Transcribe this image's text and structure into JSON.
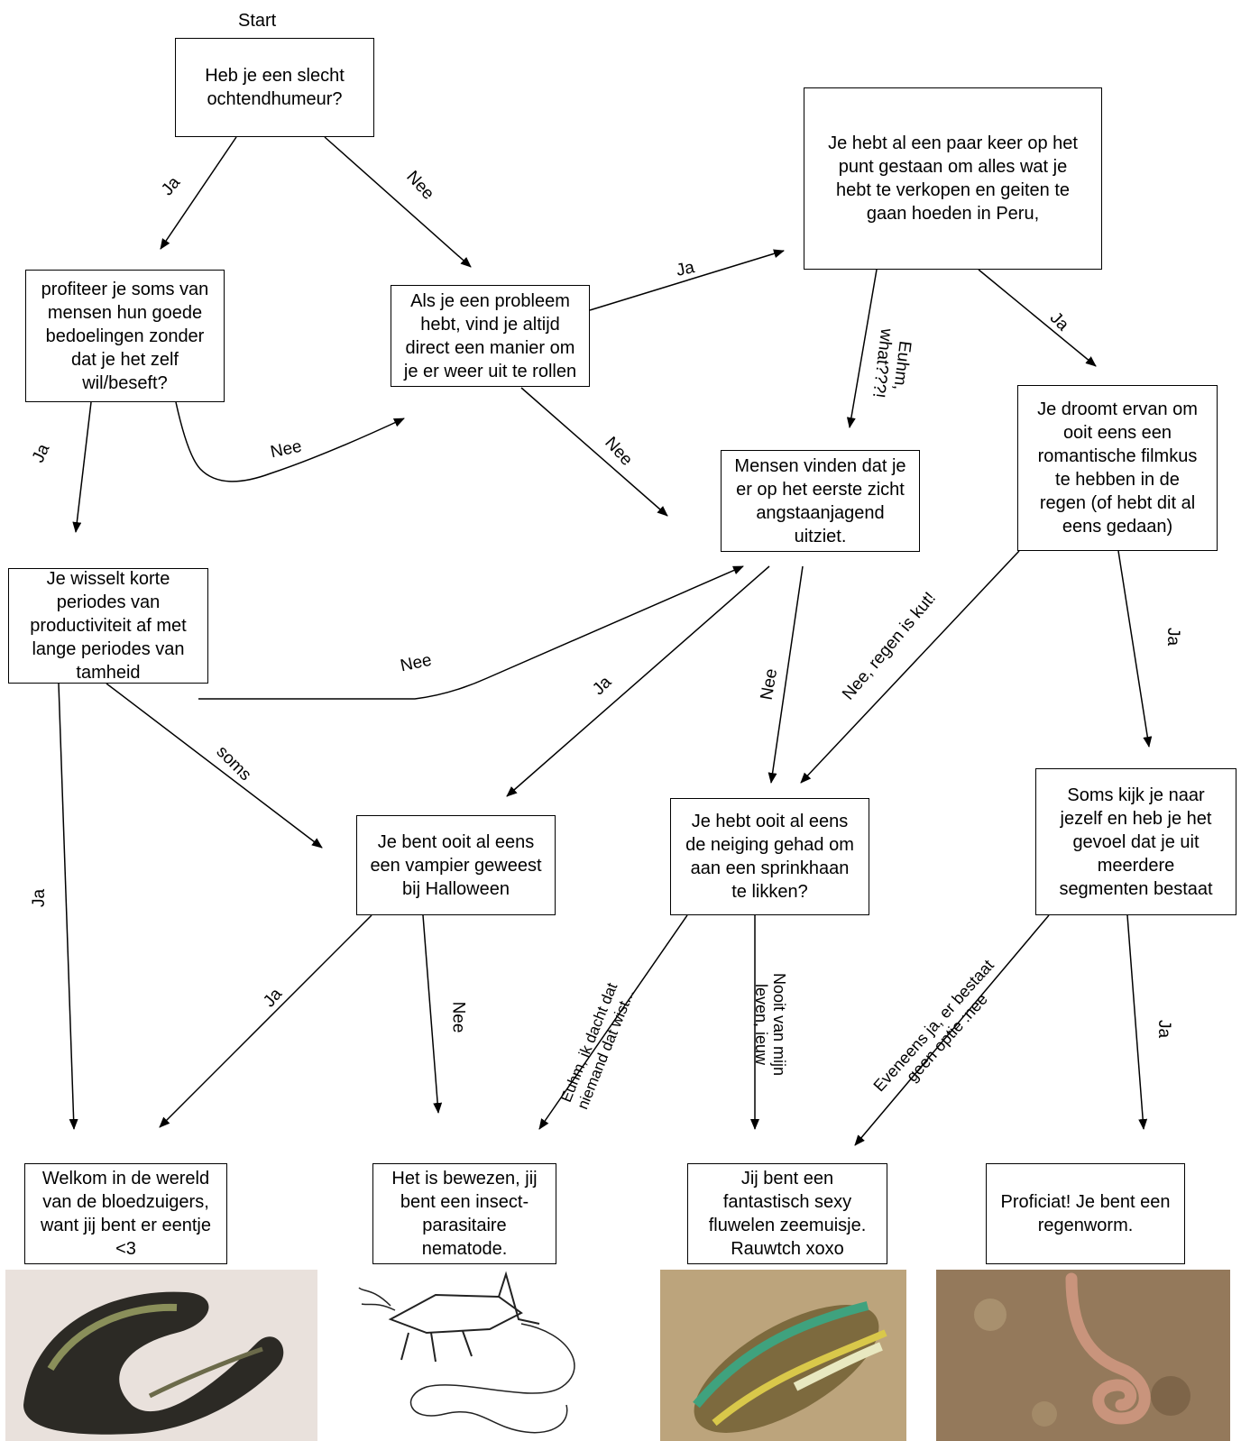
{
  "start_label": "Start",
  "questions": {
    "q1": "Heb je een slecht\nochtendhumeur?",
    "q2": "profiteer je soms van\nmensen hun goede\nbedoelingen zonder\ndat je het zelf\nwil/beseft?",
    "q3": "Als je een probleem\nhebt, vind je altijd\ndirect een manier om\nje er weer uit te rollen",
    "q4": "Je hebt al een paar keer op het\npunt gestaan om alles wat je\nhebt te verkopen en geiten te\ngaan hoeden in Peru,",
    "q5": "Je wisselt korte\nperiodes van\nproductiviteit af met\nlange periodes van\ntamheid",
    "q6": "Mensen vinden dat je\ner op het eerste zicht\nangstaanjagend\nuitziet.",
    "q7": "Je droomt ervan om\nooit eens een\nromantische filmkus\nte hebben in de\nregen (of hebt dit al\neens gedaan)",
    "q8": "Je bent ooit al eens\neen vampier geweest\nbij Halloween",
    "q9": "Je hebt ooit al eens\nde neiging gehad om\naan een sprinkhaan\nte likken?",
    "q10": "Soms kijk je naar\njezelf en heb je het\ngevoel dat je uit\nmeerdere\nsegmenten bestaat"
  },
  "results": {
    "r1": "Welkom in de wereld\nvan de bloedzuigers,\nwant jij bent er eentje\n<3",
    "r2": "Het is bewezen, jij\nbent een insect-\nparasitaire\nnematode.",
    "r3": "Jij bent een\nfantastisch sexy\nfluwelen zeemuisje.\nRauwtch xoxo",
    "r4": "Proficiat! Je bent een\nregenworm."
  },
  "edge_labels": {
    "e1": "Ja",
    "e2": "Nee",
    "e3": "Ja",
    "e4": "Nee",
    "e5": "Ja",
    "e6": "Nee",
    "e7": "Euhm,\nwhat???!",
    "e8": "Ja",
    "e9": "Nee",
    "e10": "soms",
    "e11": "Ja",
    "e12": "Ja",
    "e13": "Nee",
    "e14": "Nee, regen is kut!",
    "e15": "Ja",
    "e16": "Ja",
    "e17": "Nee",
    "e18": "Euhm, ik dacht dat\nniemand dat wist...",
    "e19": "Nooit van mijn\nleven, ieuw",
    "e20": "Eveneens ja, er bestaat\ngeen optie :nee",
    "e21": "Ja"
  },
  "images": {
    "img1": "leech-photo",
    "img2": "grasshopper-nematode-sketch",
    "img3": "sea-mouse-photo",
    "img4": "earthworm-photo"
  }
}
